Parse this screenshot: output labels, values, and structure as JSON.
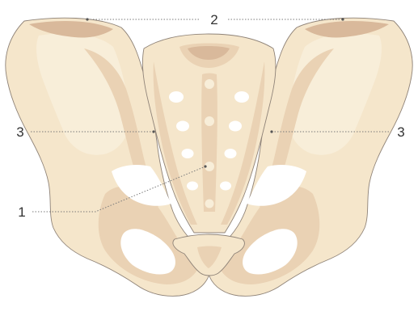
{
  "labels": {
    "sacrum": "1",
    "iliac_crest_left": "2",
    "iliac_crest_right": "2",
    "sacroiliac_left": "3",
    "sacroiliac_right": "3"
  },
  "colors": {
    "bone_base": "#f5e6cb",
    "bone_light": "#f8eed9",
    "bone_mid": "#ead2b4",
    "bone_shadow": "#d9b99b",
    "bone_deep": "#caa487",
    "outline": "#8f8378",
    "leader_line": "#7a7a7a",
    "label_text": "#333333",
    "background": "#ffffff"
  }
}
